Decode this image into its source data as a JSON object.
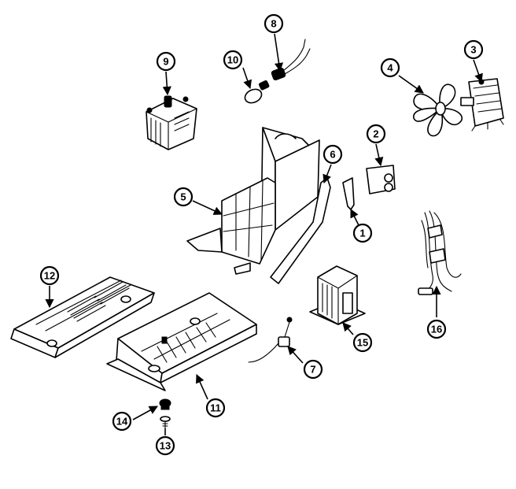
{
  "callouts": [
    "1",
    "2",
    "3",
    "4",
    "5",
    "6",
    "7",
    "8",
    "9",
    "10",
    "11",
    "12",
    "13",
    "14",
    "15",
    "16"
  ],
  "colors": {
    "line": "#000000",
    "background": "#ffffff"
  }
}
